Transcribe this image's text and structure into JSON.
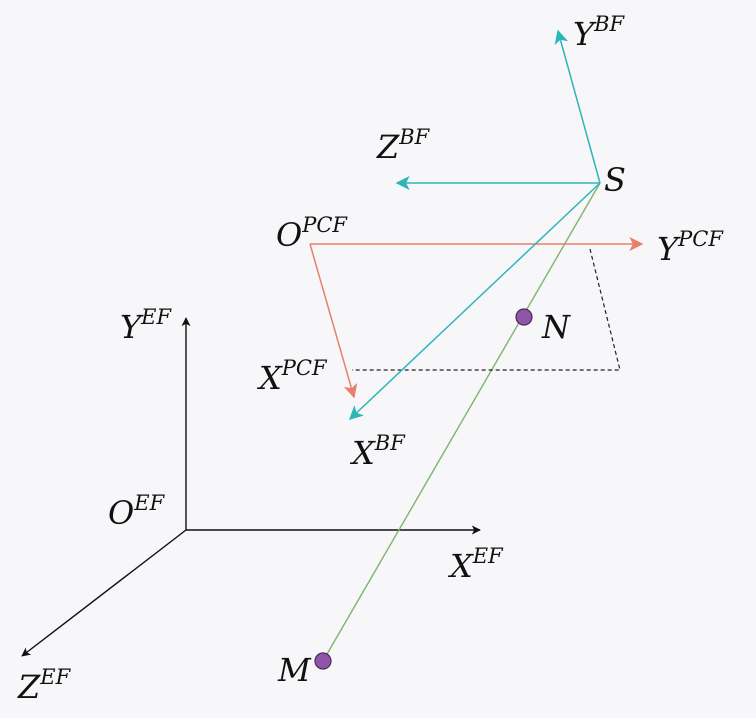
{
  "colors": {
    "background": "#f7f6f8",
    "ef_frame": "#111111",
    "body_frame": "#2eb5b8",
    "pcf_frame": "#e8806b",
    "line_of_sight": "#7fb56a",
    "points": "#8e55a8",
    "dashed": "#222222"
  },
  "labels": {
    "ybf": {
      "base": "Y",
      "sup": "BF"
    },
    "zbf": {
      "base": "Z",
      "sup": "BF"
    },
    "xbf": {
      "base": "X",
      "sup": "BF"
    },
    "s": {
      "base": "S",
      "sup": ""
    },
    "opcf": {
      "base": "O",
      "sup": "PCF"
    },
    "ypcf": {
      "base": "Y",
      "sup": "PCF"
    },
    "xpcf": {
      "base": "X",
      "sup": "PCF"
    },
    "n": {
      "base": "N",
      "sup": ""
    },
    "m": {
      "base": "M",
      "sup": ""
    },
    "yef": {
      "base": "Y",
      "sup": "EF"
    },
    "oef": {
      "base": "O",
      "sup": "EF"
    },
    "xef": {
      "base": "X",
      "sup": "EF"
    },
    "zef": {
      "base": "Z",
      "sup": "EF"
    }
  }
}
